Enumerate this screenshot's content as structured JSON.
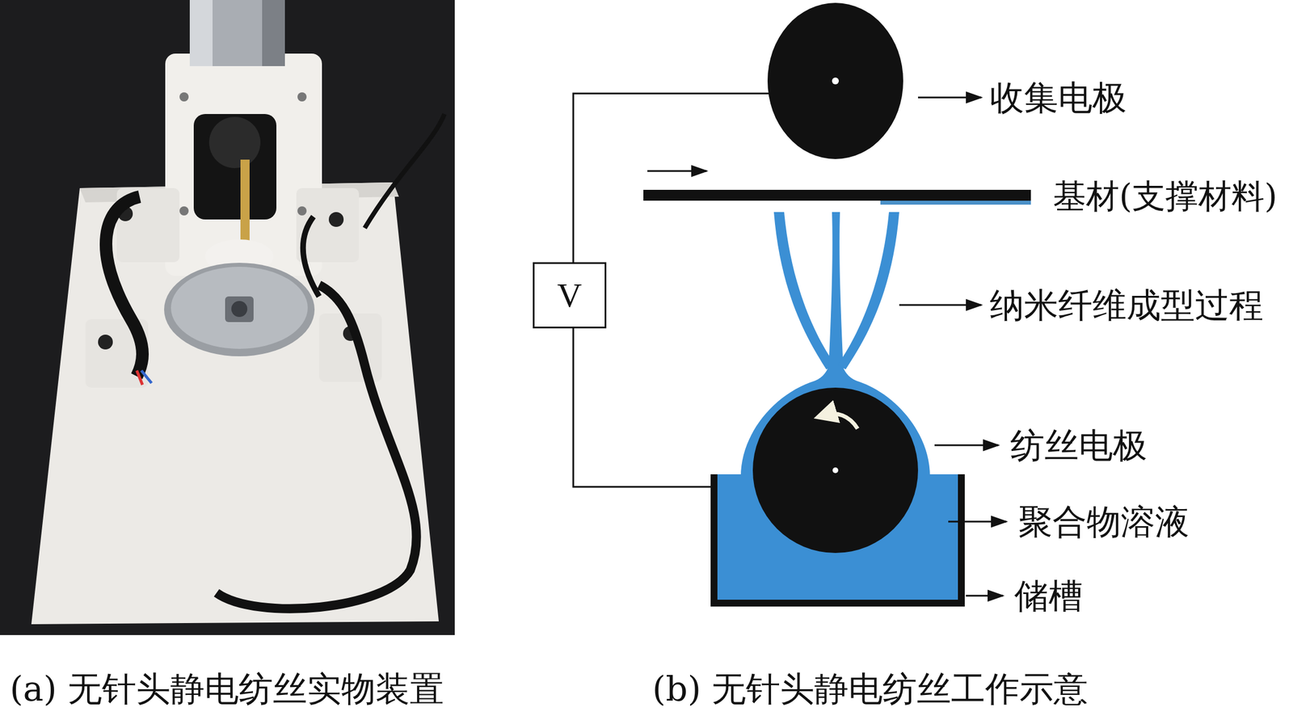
{
  "diagram": {
    "nodes": [
      {
        "text": [
          "V"
        ]
      }
    ],
    "labels": [
      "收集电极",
      "基材(支撑材料)",
      "纳米纤维成型过程",
      "纺丝电极",
      "聚合物溶液",
      "储槽",
      "(a) 无针头静电纺丝实物装置",
      "(b) 无针头静电纺丝工作示意"
    ]
  }
}
